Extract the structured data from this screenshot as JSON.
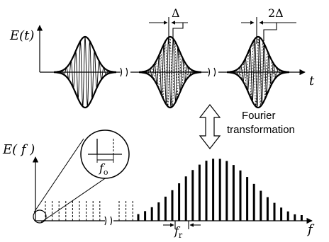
{
  "top_panel": {
    "y_axis_label": "E(t)",
    "x_axis_label": "t",
    "delay_label_1": "Δ",
    "delay_label_2": "2Δ"
  },
  "transform": {
    "label_line_1": "Fourier",
    "label_line_2": "transformation"
  },
  "bottom_panel": {
    "y_axis_label": "E( f )",
    "x_axis_label": "f",
    "offset_label": "f",
    "offset_subscript": "o",
    "spacing_label": "f",
    "spacing_subscript": "r"
  },
  "colors": {
    "ink": "#000000",
    "background": "#ffffff"
  }
}
